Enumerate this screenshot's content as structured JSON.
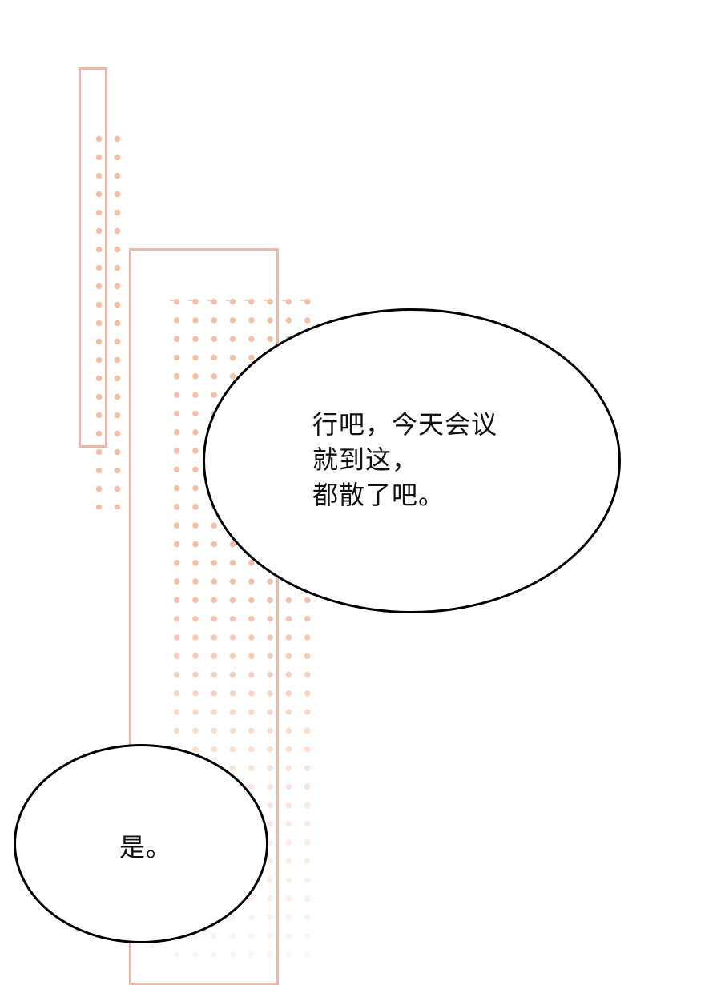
{
  "panel": {
    "background_color": "#ffffff",
    "accent_color": "#ecb8ab",
    "dot_color": "#f3bfa5"
  },
  "decorations": {
    "frames": [
      {
        "name": "narrow-frame",
        "color": "#ecb8ab"
      },
      {
        "name": "wide-frame",
        "color": "#ecb8ab"
      }
    ],
    "dot_grids": [
      {
        "name": "narrow-dot-grid",
        "columns": 2
      },
      {
        "name": "wide-dot-grid",
        "columns": 8
      }
    ]
  },
  "bubbles": [
    {
      "id": "bubble-1",
      "lines": [
        "行吧，今天会议",
        "就到这，",
        "都散了吧。"
      ],
      "text": "行吧，今天会议\n就到这，\n都散了吧。"
    },
    {
      "id": "bubble-2",
      "lines": [
        "是。"
      ],
      "text": "是。"
    }
  ]
}
